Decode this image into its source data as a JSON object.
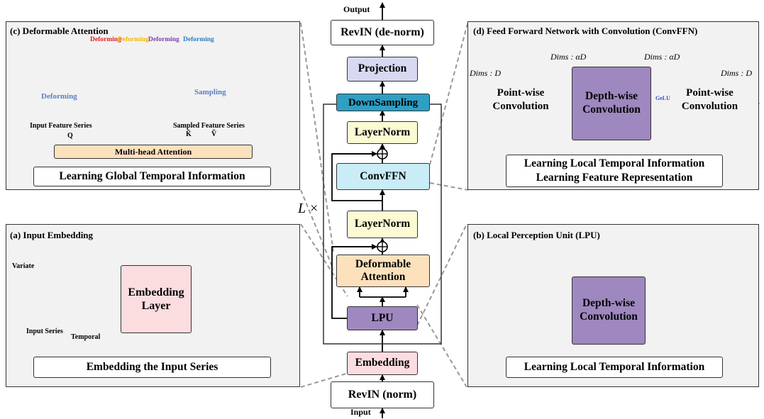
{
  "main": {
    "output_label": "Output",
    "input_label": "Input",
    "revin_denorm": "RevIN (de-norm)",
    "projection": "Projection",
    "downsampling": "DownSampling",
    "layernorm_top": "LayerNorm",
    "convffn": "ConvFFN",
    "layernorm_mid": "LayerNorm",
    "deformable_line1": "Deformable",
    "deformable_line2": "Attention",
    "lpu": "LPU",
    "embedding": "Embedding",
    "revin_norm": "RevIN (norm)",
    "repeat_label": "L ×"
  },
  "panel_c": {
    "title": "(c) Deformable Attention",
    "deforming_tags": [
      "Deforming",
      "Deforming",
      "Deforming",
      "Deforming"
    ],
    "deforming_tag_colors": [
      "#e31a1c",
      "#f2b600",
      "#7b3fa8",
      "#2a7fc4"
    ],
    "deforming_arrow": "Deforming",
    "sampling_arrow": "Sampling",
    "input_feature_series": "Input Feature Series",
    "sampled_feature_series": "Sampled Feature Series",
    "q": "Q",
    "k": "K̃",
    "v": "Ṽ",
    "mha": "Multi-head Attention",
    "caption": "Learning Global Temporal Information"
  },
  "panel_d": {
    "title": "(d)  Feed Forward Network with Convolution (ConvFFN)",
    "dims_d_left": "Dims : D",
    "dims_ad_1": "Dims : αD",
    "dims_ad_2": "Dims : αD",
    "dims_d_right": "Dims : D",
    "pw1_line1": "Point-wise",
    "pw1_line2": "Convolution",
    "dw_line1": "Depth-wise",
    "dw_line2": "Convolution",
    "gelu": "GeLU",
    "pw2_line1": "Point-wise",
    "pw2_line2": "Convolution",
    "caption_line1": "Learning Local Temporal Information",
    "caption_line2": "Learning Feature Representation"
  },
  "panel_a": {
    "title": "(a) Input Embedding",
    "variate": "Variate",
    "input_series": "Input Series",
    "temporal": "Temporal",
    "embed_line1": "Embedding",
    "embed_line2": "Layer",
    "caption": "Embedding the Input Series"
  },
  "panel_b": {
    "title": "(b)  Local Perception Unit (LPU)",
    "dw_line1": "Depth-wise",
    "dw_line2": "Convolution",
    "caption": "Learning Local Temporal Information"
  },
  "colors": {
    "projection": "#d7d8f1",
    "downsampling": "#2f9fc4",
    "layernorm": "#fbfad2",
    "convffn": "#c9ecf7",
    "deformable": "#fde1bd",
    "lpu": "#9e88bf",
    "embedding": "#fbdde0",
    "series_blue": "#33b4d4",
    "series_green": "#7ab648",
    "series_orange": "#f4a050"
  }
}
